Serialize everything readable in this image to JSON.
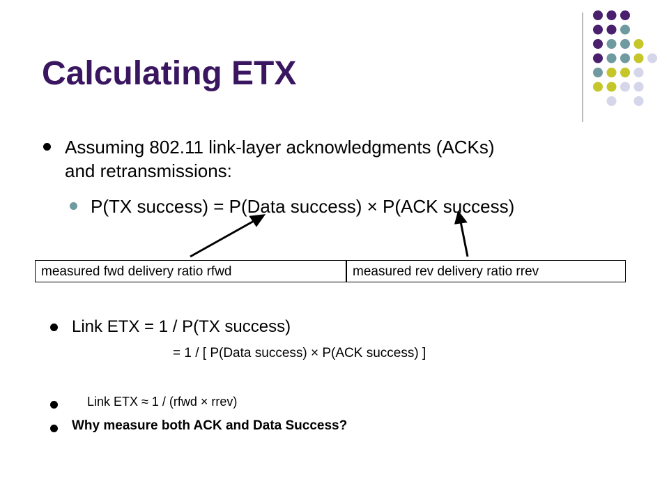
{
  "slide": {
    "title": "Calculating ETX",
    "bullets": {
      "b1_line1": "Assuming 802.11 link-layer acknowledgments  (ACKs)",
      "b1_line2": "and retransmissions:",
      "sub1": "P(TX success) = P(Data success) × P(ACK success)",
      "b2": "Link ETX = 1 /  P(TX success)",
      "b2_cont": "= 1 /  [ P(Data success) × P(ACK success) ]",
      "b3": "Link ETX  ≈  1 / (rfwd × rrev)",
      "b4": "Why measure both ACK and Data Success?"
    },
    "callouts": {
      "fwd": "measured fwd delivery ratio rfwd",
      "rev": "measured rev delivery ratio rrev"
    }
  },
  "decor": {
    "dot_colors": {
      "purple": "#4a1f6e",
      "teal": "#6f9aa0",
      "lime": "#c4c62a",
      "lavender": "#d6d6ea"
    }
  }
}
